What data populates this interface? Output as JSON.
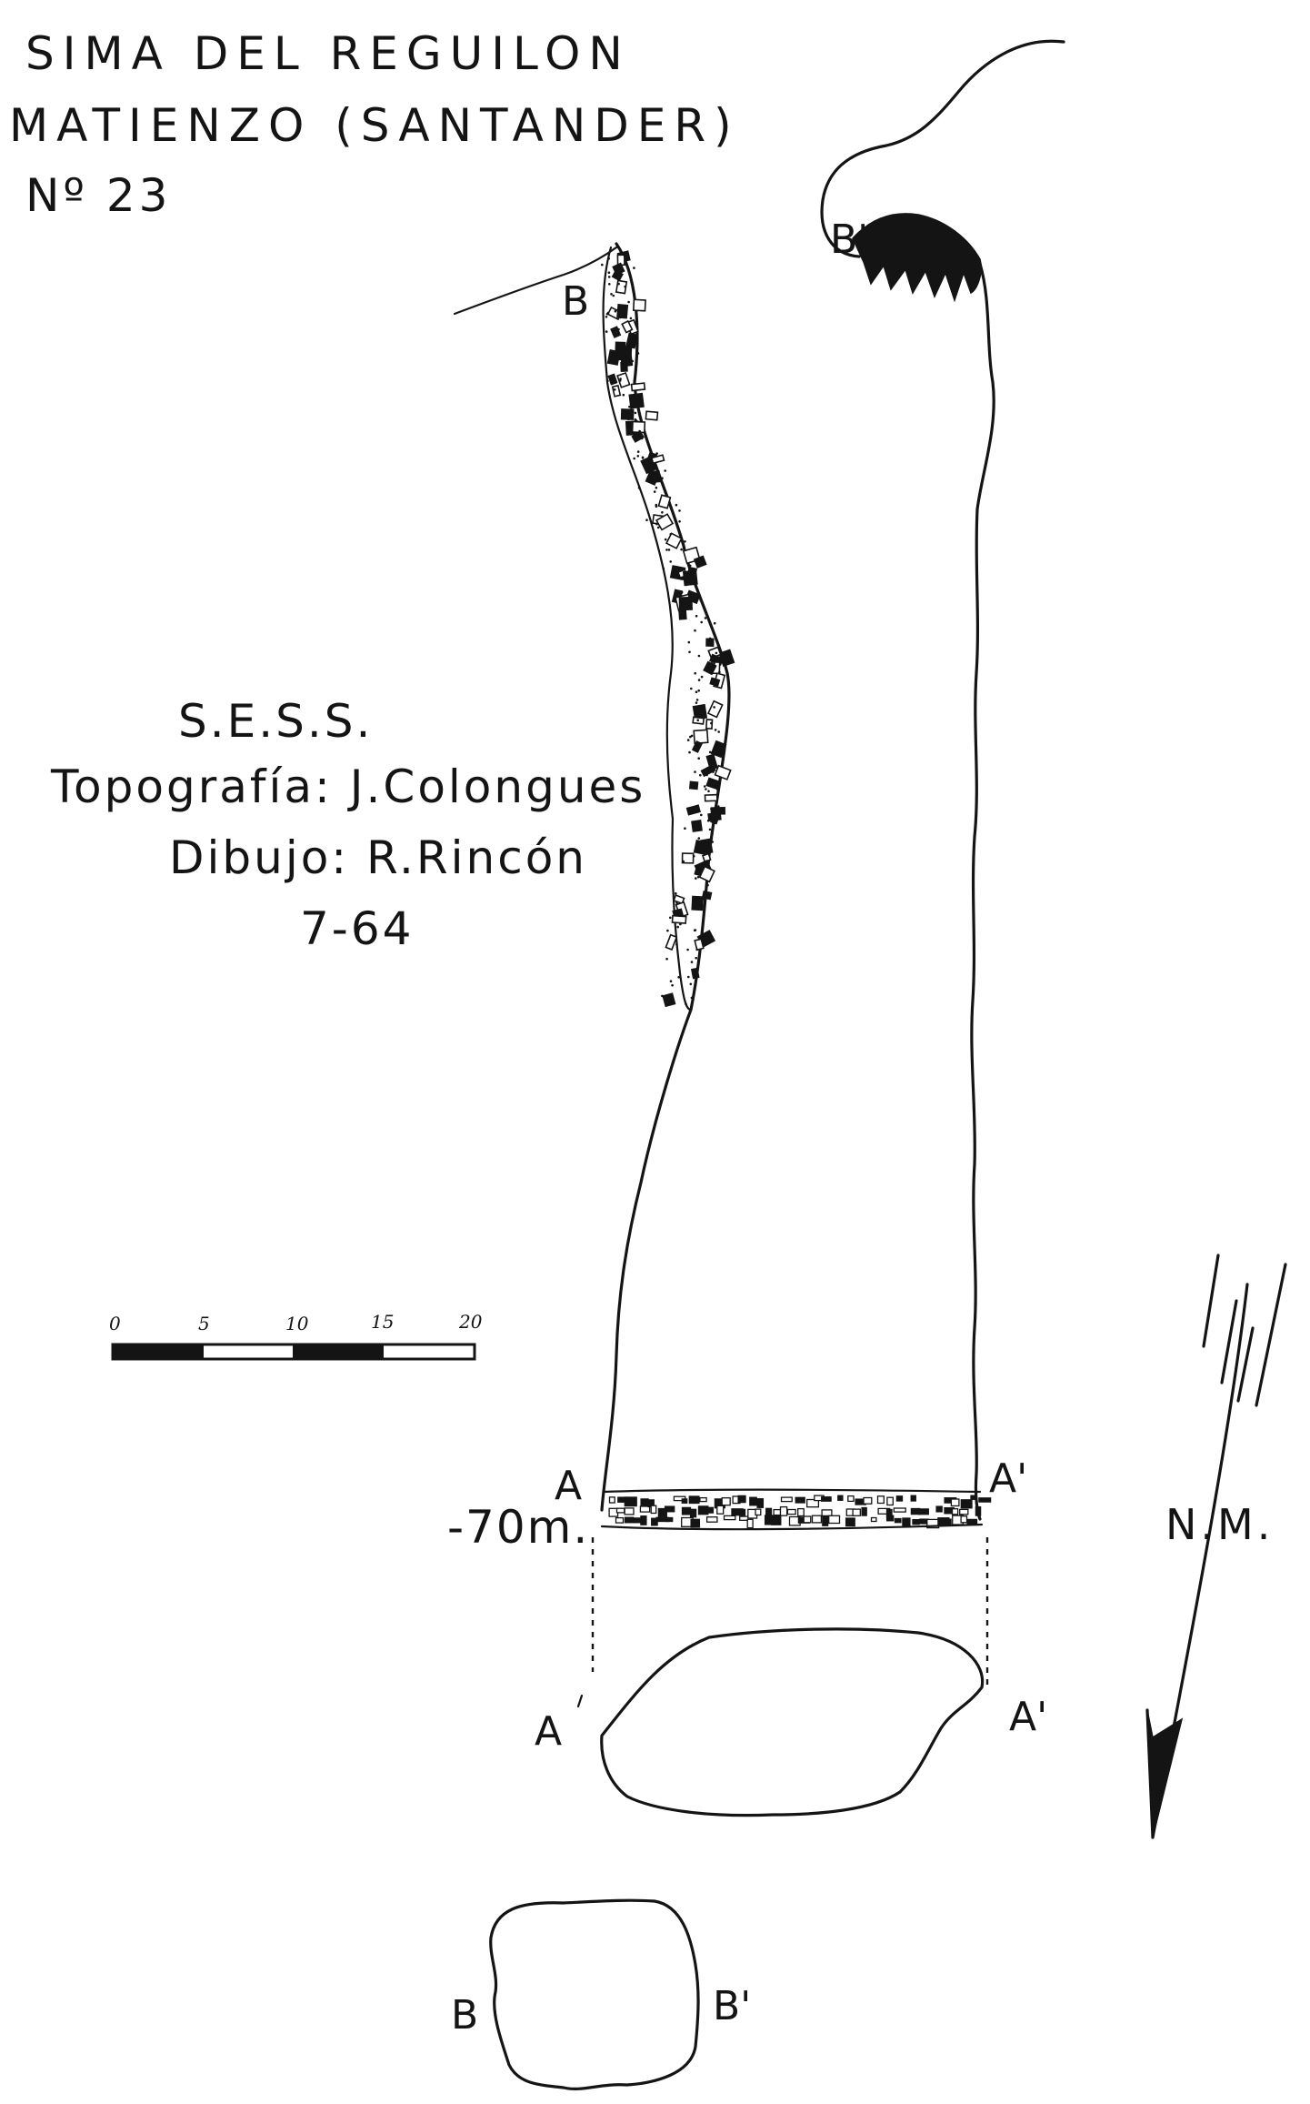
{
  "title": {
    "line1": "SIMA DEL REGUILON",
    "line2": "MATIENZO (SANTANDER)",
    "number": "Nº 23"
  },
  "credits": {
    "org": "S.E.S.S.",
    "survey": "Topografía: J.Colongues",
    "drawing": "Dibujo: R.Rincón",
    "date": "7-64"
  },
  "depth_label": "-70m.",
  "section_labels": {
    "B": "B",
    "B_prime": "B'",
    "A": "A",
    "A_prime": "A'"
  },
  "cross_section_labels": {
    "A_left": "A",
    "A_right": "A'",
    "B_left": "B",
    "B_right": "B'"
  },
  "scale_bar": {
    "ticks": [
      "0",
      "5",
      "10",
      "15",
      "20"
    ]
  },
  "north_arrow": {
    "label": "N.M."
  }
}
